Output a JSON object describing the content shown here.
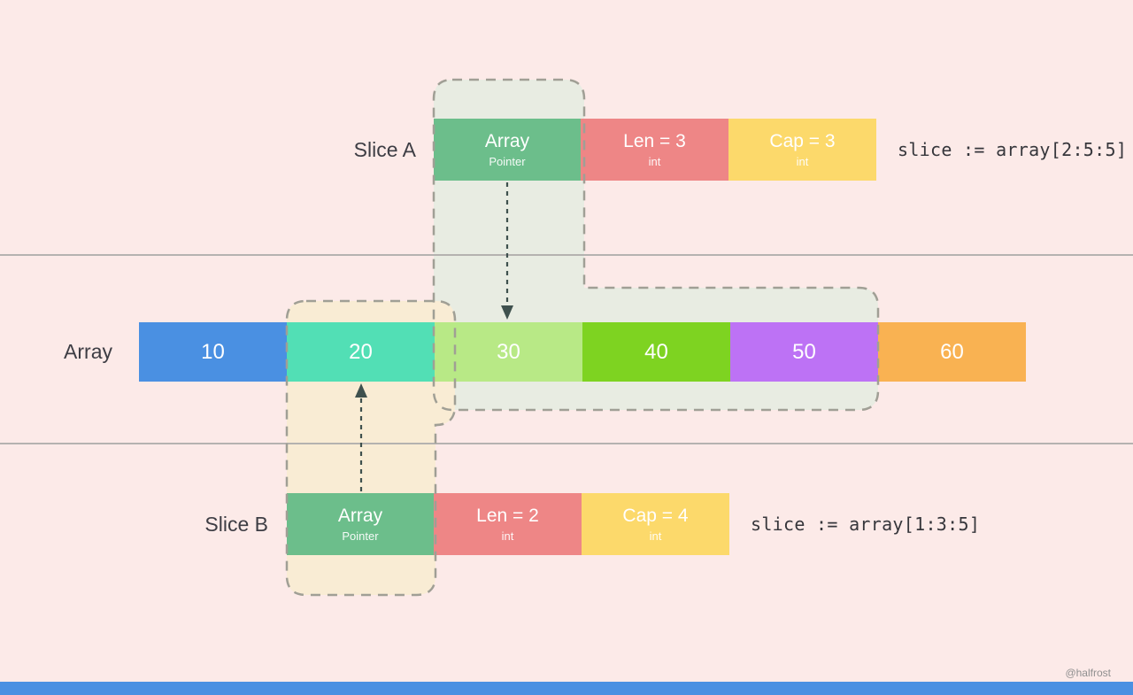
{
  "watermark": "@halfrost",
  "colors": {
    "background": "#fceae8",
    "separator": "#b5b2b0",
    "region_a_fill": "#e8ece2",
    "region_b_fill": "#f9ecd4",
    "region_stroke": "#a09f95",
    "arrow": "#3f514e",
    "bottom_bar": "#4a90e2",
    "label_text": "#3d3d44",
    "watermark_text": "#8f8f8f"
  },
  "slice_a": {
    "label": "Slice A",
    "code": "slice := array[2:5:5]",
    "fields": [
      {
        "title": "Array",
        "subtitle": "Pointer",
        "color": "#6cbe8b"
      },
      {
        "title": "Len = 3",
        "subtitle": "int",
        "color": "#ee8686"
      },
      {
        "title": "Cap = 3",
        "subtitle": "int",
        "color": "#fcd96b"
      }
    ]
  },
  "main_array": {
    "label": "Array",
    "elements": [
      {
        "value": "10",
        "color": "#4a90e2"
      },
      {
        "value": "20",
        "color": "#52dfb5"
      },
      {
        "value": "30",
        "color": "#b8e986"
      },
      {
        "value": "40",
        "color": "#7ed321"
      },
      {
        "value": "50",
        "color": "#bd72f5"
      },
      {
        "value": "60",
        "color": "#f9b252"
      }
    ]
  },
  "slice_b": {
    "label": "Slice B",
    "code": "slice := array[1:3:5]",
    "fields": [
      {
        "title": "Array",
        "subtitle": "Pointer",
        "color": "#6cbe8b"
      },
      {
        "title": "Len = 2",
        "subtitle": "int",
        "color": "#ee8686"
      },
      {
        "title": "Cap = 4",
        "subtitle": "int",
        "color": "#fcd96b"
      }
    ]
  }
}
